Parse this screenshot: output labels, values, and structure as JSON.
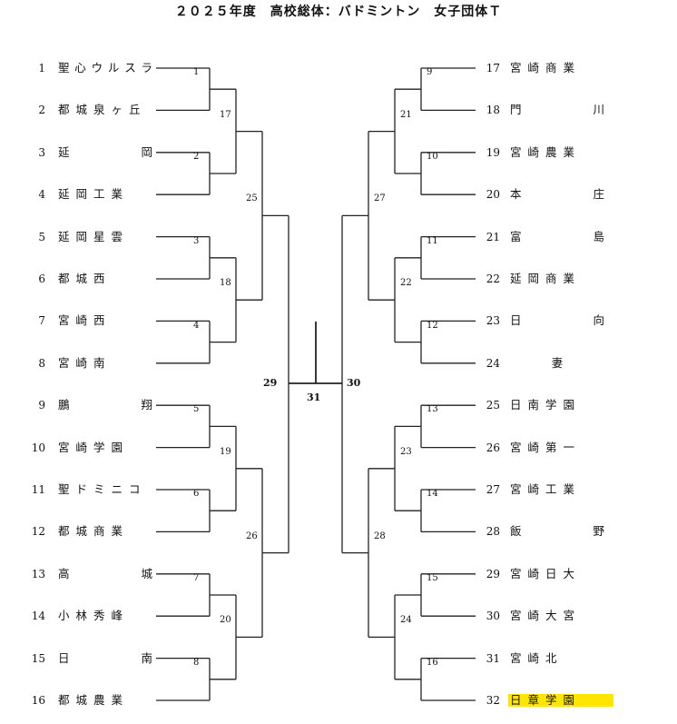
{
  "title": "２０２５年度　高校総体：バドミントン　女子団体Ｔ",
  "highlight_color": "#FFE600",
  "teams": [
    {
      "seed": "1",
      "name": "聖心ウルスラ"
    },
    {
      "seed": "2",
      "name": "都城泉ヶ丘"
    },
    {
      "seed": "3",
      "name": "延岡"
    },
    {
      "seed": "4",
      "name": "延岡工業"
    },
    {
      "seed": "5",
      "name": "延岡星雲"
    },
    {
      "seed": "6",
      "name": "都城西"
    },
    {
      "seed": "7",
      "name": "宮崎西"
    },
    {
      "seed": "8",
      "name": "宮崎南"
    },
    {
      "seed": "9",
      "name": "鵬翔"
    },
    {
      "seed": "10",
      "name": "宮崎学園"
    },
    {
      "seed": "11",
      "name": "聖ドミニコ"
    },
    {
      "seed": "12",
      "name": "都城商業"
    },
    {
      "seed": "13",
      "name": "高城"
    },
    {
      "seed": "14",
      "name": "小林秀峰"
    },
    {
      "seed": "15",
      "name": "日南"
    },
    {
      "seed": "16",
      "name": "都城農業"
    },
    {
      "seed": "17",
      "name": "宮崎商業"
    },
    {
      "seed": "18",
      "name": "門川"
    },
    {
      "seed": "19",
      "name": "宮崎農業"
    },
    {
      "seed": "20",
      "name": "本庄"
    },
    {
      "seed": "21",
      "name": "富島"
    },
    {
      "seed": "22",
      "name": "延岡商業"
    },
    {
      "seed": "23",
      "name": "日向"
    },
    {
      "seed": "24",
      "name": "妻"
    },
    {
      "seed": "25",
      "name": "日南学園"
    },
    {
      "seed": "26",
      "name": "宮崎第一"
    },
    {
      "seed": "27",
      "name": "宮崎工業"
    },
    {
      "seed": "28",
      "name": "飯野"
    },
    {
      "seed": "29",
      "name": "宮崎日大"
    },
    {
      "seed": "30",
      "name": "宮崎大宮"
    },
    {
      "seed": "31",
      "name": "宮崎北"
    },
    {
      "seed": "32",
      "name": "日章学園",
      "highlighted": true
    }
  ],
  "matches": {
    "left_r1": [
      "1",
      "2",
      "3",
      "4",
      "5",
      "6",
      "7",
      "8"
    ],
    "left_r2": [
      "17",
      "18",
      "19",
      "20"
    ],
    "left_r3": [
      "25",
      "26"
    ],
    "left_semi": "29",
    "right_r1": [
      "9",
      "10",
      "11",
      "12",
      "13",
      "14",
      "15",
      "16"
    ],
    "right_r2": [
      "21",
      "22",
      "23",
      "24"
    ],
    "right_r3": [
      "27",
      "28"
    ],
    "right_semi": "30",
    "final": "31"
  }
}
